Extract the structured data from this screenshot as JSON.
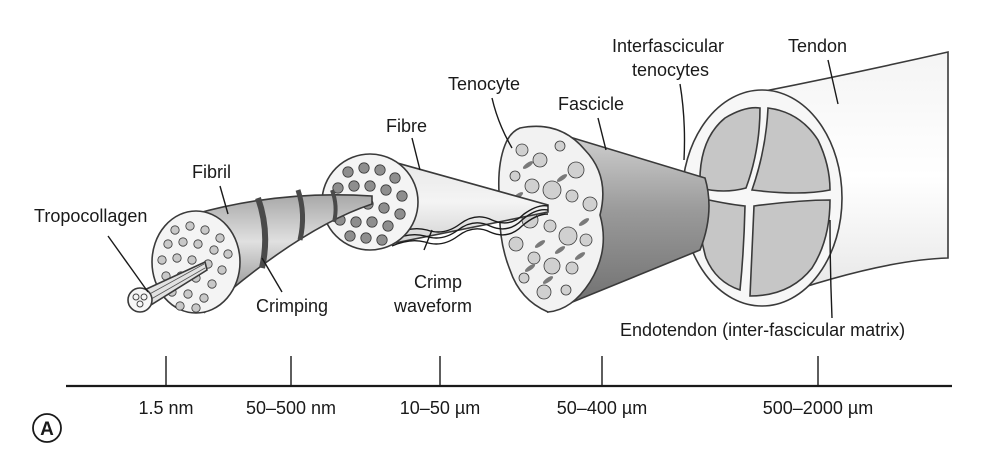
{
  "labels": {
    "tropocollagen": "Tropocollagen",
    "fibril": "Fibril",
    "crimping": "Crimping",
    "fibre": "Fibre",
    "crimp_line1": "Crimp",
    "crimp_line2": "waveform",
    "tenocyte": "Tenocyte",
    "fascicle": "Fascicle",
    "interfascicular_line1": "Interfascicular",
    "interfascicular_line2": "tenocytes",
    "tendon": "Tendon",
    "endotendon": "Endotendon (inter-fascicular matrix)"
  },
  "scale_bar": {
    "ticks": [
      "1.5 nm",
      "50–500 nm",
      "10–50 µm",
      "50–400 µm",
      "500–2000 µm"
    ]
  },
  "panel_letter": "A",
  "colors": {
    "outline": "#3a3a3a",
    "light_fill": "#ececec",
    "mid_fill": "#c9c9c9",
    "dark_fill": "#8c8c8c",
    "text": "#1a1a1a"
  }
}
